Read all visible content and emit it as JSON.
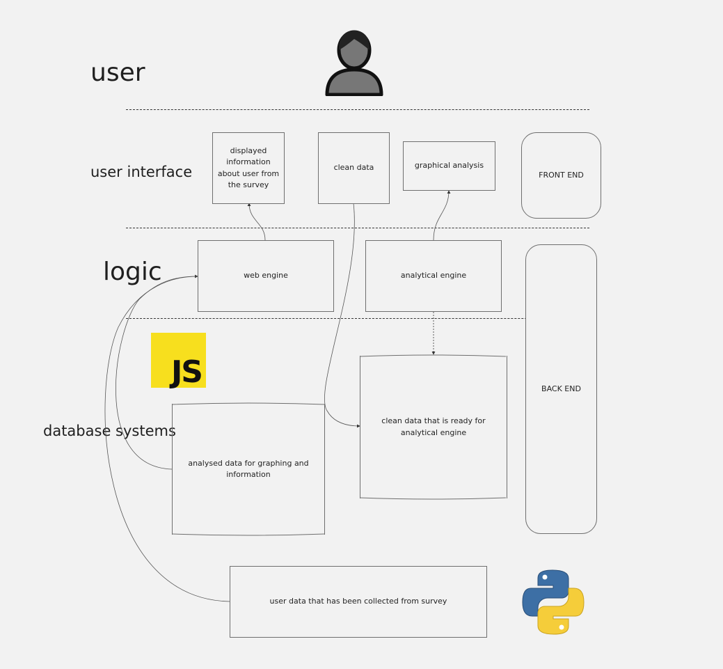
{
  "layers": {
    "user": "user",
    "user_interface": "user interface",
    "logic": "logic",
    "database_systems": "database systems"
  },
  "ui_boxes": {
    "displayed_info": "displayed information about user from the survey",
    "clean_data": "clean data",
    "graphical_analysis": "graphical analysis"
  },
  "logic_boxes": {
    "web_engine": "web engine",
    "analytical_engine": "analytical engine"
  },
  "databases": {
    "clean_ready": "clean data that is ready for analytical engine",
    "analysed": "analysed data for graphing and information"
  },
  "source": {
    "user_data": "user data that has been collected from survey"
  },
  "tiers": {
    "front_end": "FRONT END",
    "back_end": "BACK END"
  },
  "logos": {
    "js_text": "JS",
    "user_icon": "person-icon",
    "python_icon": "python-logo-icon",
    "js_icon": "javascript-logo-icon",
    "js_color": "#f7df1e",
    "python_blue": "#3d6fa5",
    "python_yellow": "#f5cd3a"
  }
}
